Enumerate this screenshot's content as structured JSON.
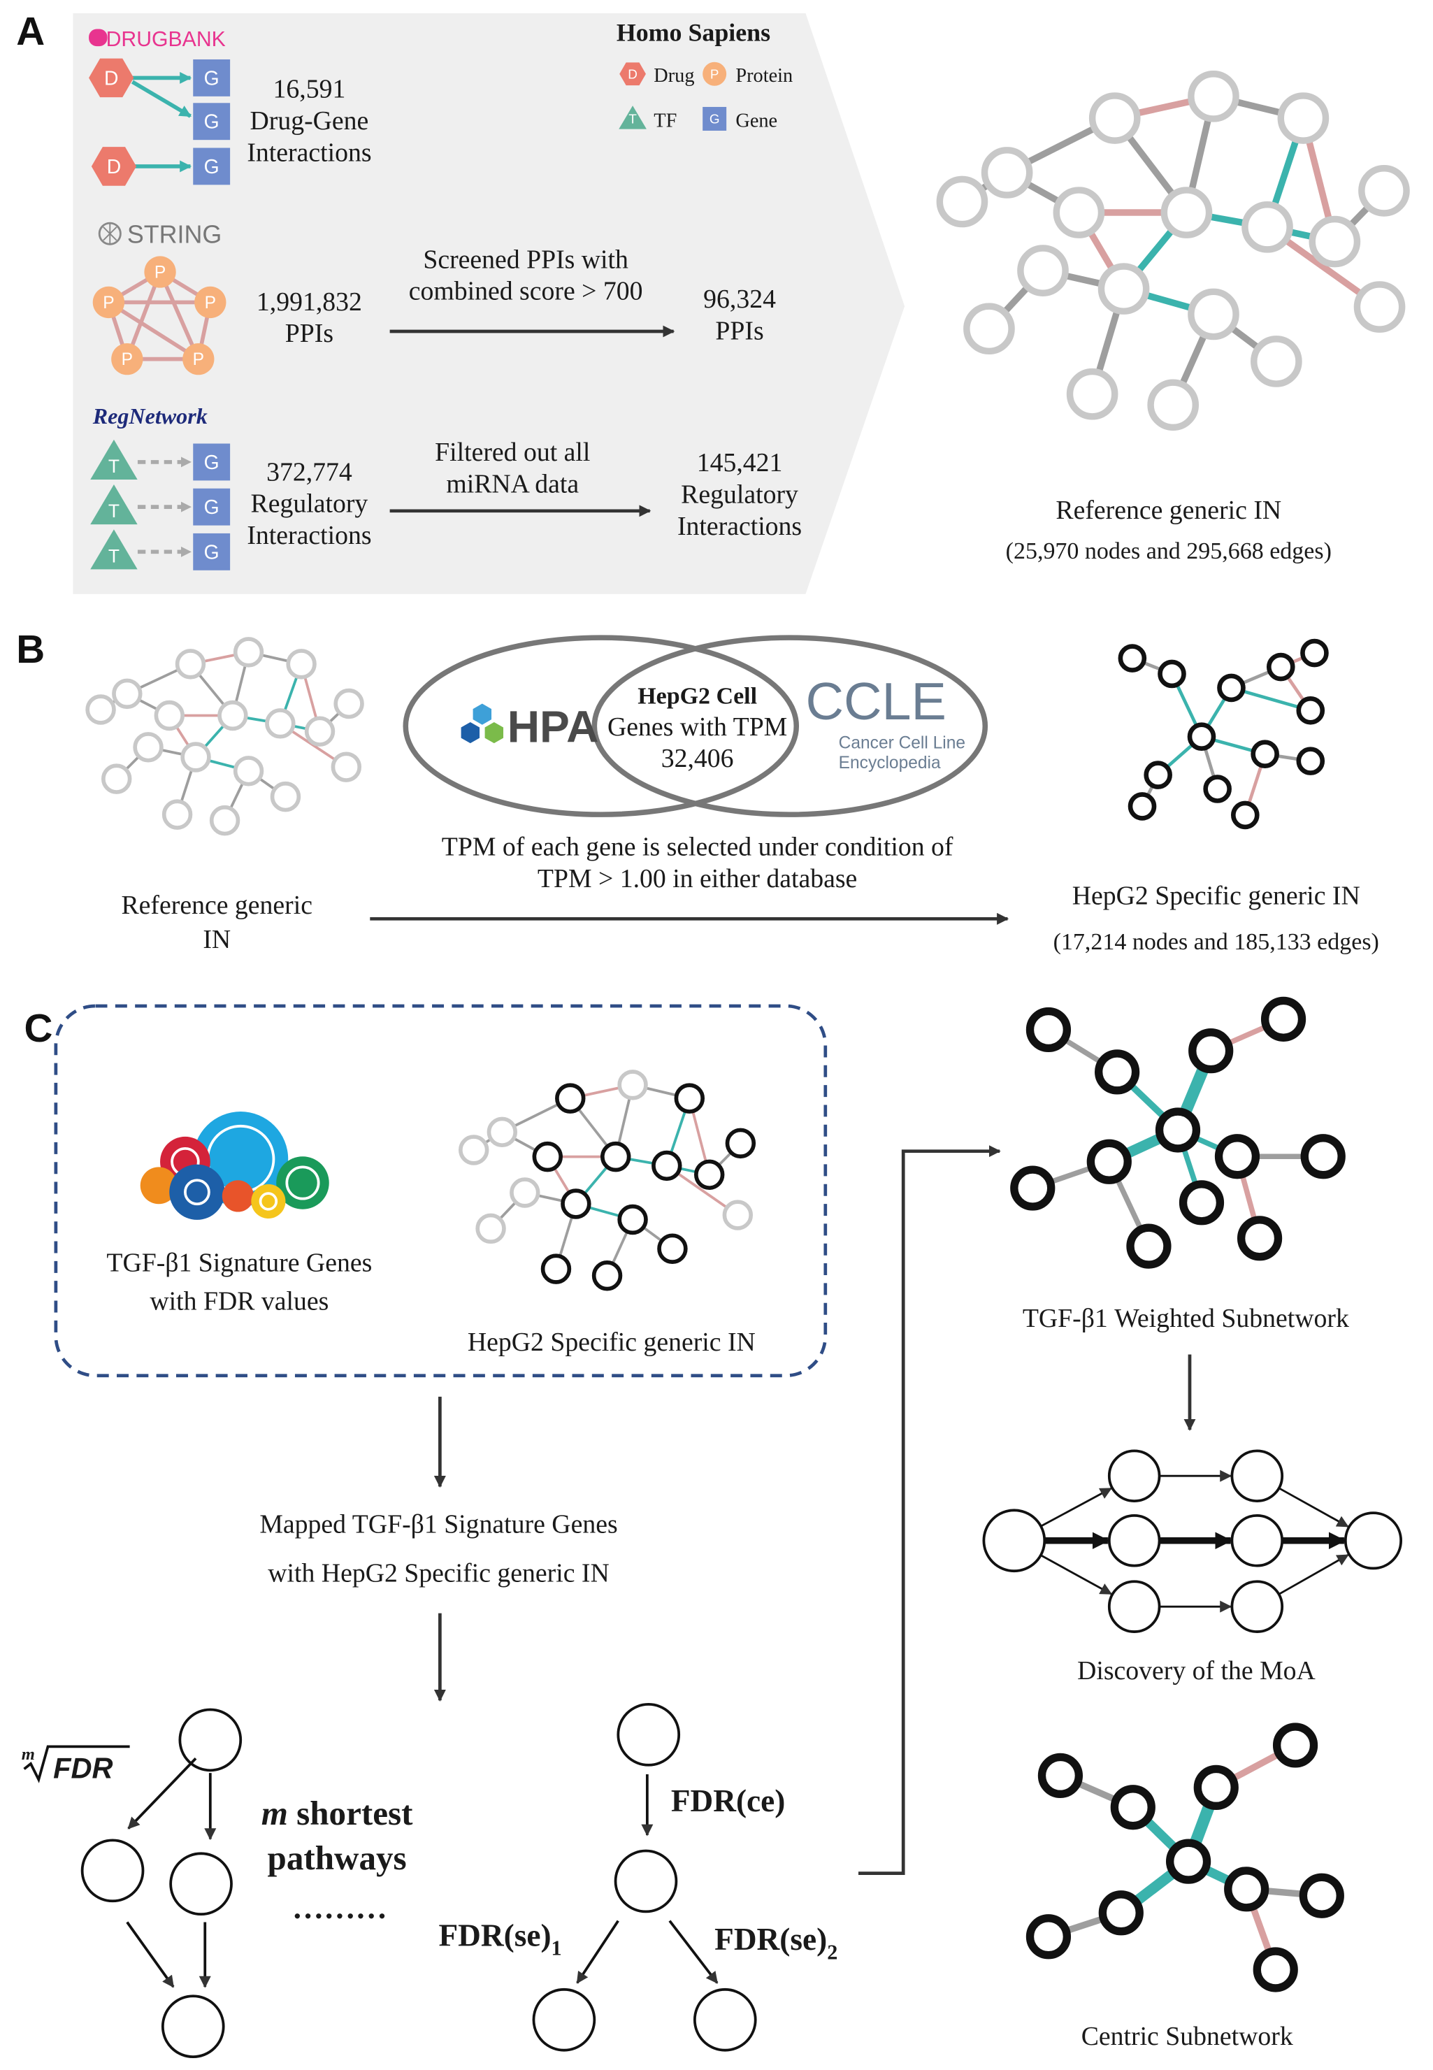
{
  "panels": {
    "a": {
      "letter": "A",
      "sources": {
        "drugbank": "DRUGBANK",
        "string": "STRING",
        "regnetwork": "RegNetwork"
      },
      "legend": {
        "title": "Homo Sapiens",
        "items": [
          {
            "glyph": "D",
            "label": "Drug"
          },
          {
            "glyph": "P",
            "label": "Protein"
          },
          {
            "glyph": "T",
            "label": "TF"
          },
          {
            "glyph": "G",
            "label": "Gene"
          }
        ]
      },
      "node_glyphs": {
        "drug": "D",
        "gene": "G",
        "protein": "P",
        "tf": "T"
      },
      "drug_gene": {
        "count": "16,591",
        "label_1": "Drug-Gene",
        "label_2": "Interactions"
      },
      "ppi": {
        "count": "1,991,832",
        "label": "PPIs",
        "step_1": "Screened PPIs with",
        "step_2": "combined score  > 700",
        "result_count": "96,324",
        "result_label": "PPIs"
      },
      "regulatory": {
        "count": "372,774",
        "label_1": "Regulatory",
        "label_2": "Interactions",
        "step_1": "Filtered out all",
        "step_2": "miRNA data",
        "result_count": "145,421",
        "result_1": "Regulatory",
        "result_2": "Interactions"
      },
      "network_title": "Reference generic IN",
      "network_stats": "(25,970 nodes and 295,668 edges)"
    },
    "b": {
      "letter": "B",
      "left_title_1": "Reference generic",
      "left_title_2": "IN",
      "hpa": "HPA",
      "ccle": "CCLE",
      "ccle_sub_1": "Cancer Cell Line",
      "ccle_sub_2": "Encyclopedia",
      "overlap_title": "HepG2 Cell",
      "overlap_sub": "Genes with TPM",
      "overlap_count": "32,406",
      "condition_1": "TPM of each gene is selected under condition of",
      "condition_2": "TPM > 1.00 in either database",
      "right_title": "HepG2 Specific generic IN",
      "right_stats": "(17,214 nodes and 185,133 edges)"
    },
    "c": {
      "letter": "C",
      "sig_genes_1": "TGF-β1 Signature Genes",
      "sig_genes_2": "with FDR values",
      "hepg2_in": "HepG2 Specific generic IN",
      "mapped_1": "Mapped TGF-β1 Signature Genes",
      "mapped_2": "with HepG2 Specific generic IN",
      "root_index": "m",
      "root_label": "FDR",
      "m_letter": "m",
      "m_paths_1": " shortest",
      "m_paths_2": "pathways",
      "ellipsis": "………",
      "fdr_ce": "FDR(ce)",
      "fdr_se": "FDR(se)",
      "sub_1": "1",
      "sub_2": "2",
      "weighted": "TGF-β1 Weighted Subnetwork",
      "moa": "Discovery of the MoA",
      "centric": "Centric Subnetwork"
    }
  },
  "colors": {
    "teal": "#3bb3ad",
    "pink": "#d8a0a0",
    "grey_edge": "#9e9e9e",
    "light_node": "#c8c8c8",
    "panel_bg": "#efefef",
    "drug": "#ec7a6c",
    "protein": "#f7b07a",
    "tf": "#63b39a",
    "gene": "#6f8ccd",
    "drugbank": "#e8348f",
    "regnetwork": "#1d2a7a",
    "hpa": "#4a4a4a",
    "ccle": "#6a7d92",
    "dashed_box": "#2f4d86"
  }
}
